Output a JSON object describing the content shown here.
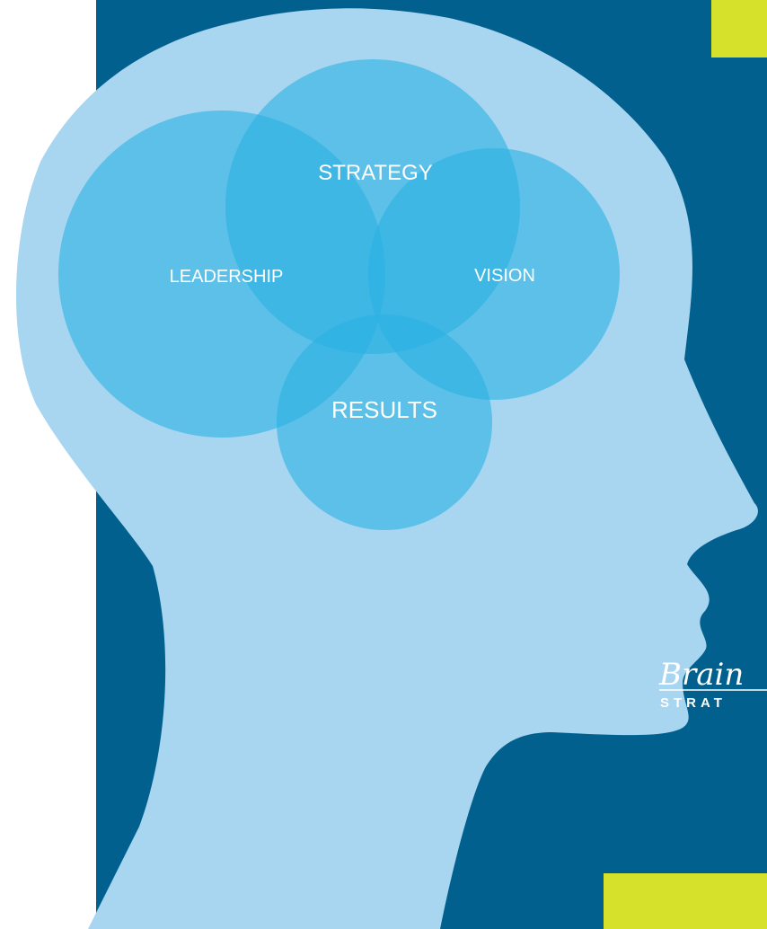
{
  "diagram": {
    "labels": {
      "strategy": "STRATEGY",
      "leadership": "LEADERSHIP",
      "vision": "VISION",
      "results": "RESULTS"
    }
  },
  "logo": {
    "name": "Brain",
    "tagline": "STRAT"
  },
  "colors": {
    "background_panel": "#02608f",
    "head": "#a8d6f0",
    "circle": "#29b0e2",
    "accent": "#d6e12c"
  }
}
